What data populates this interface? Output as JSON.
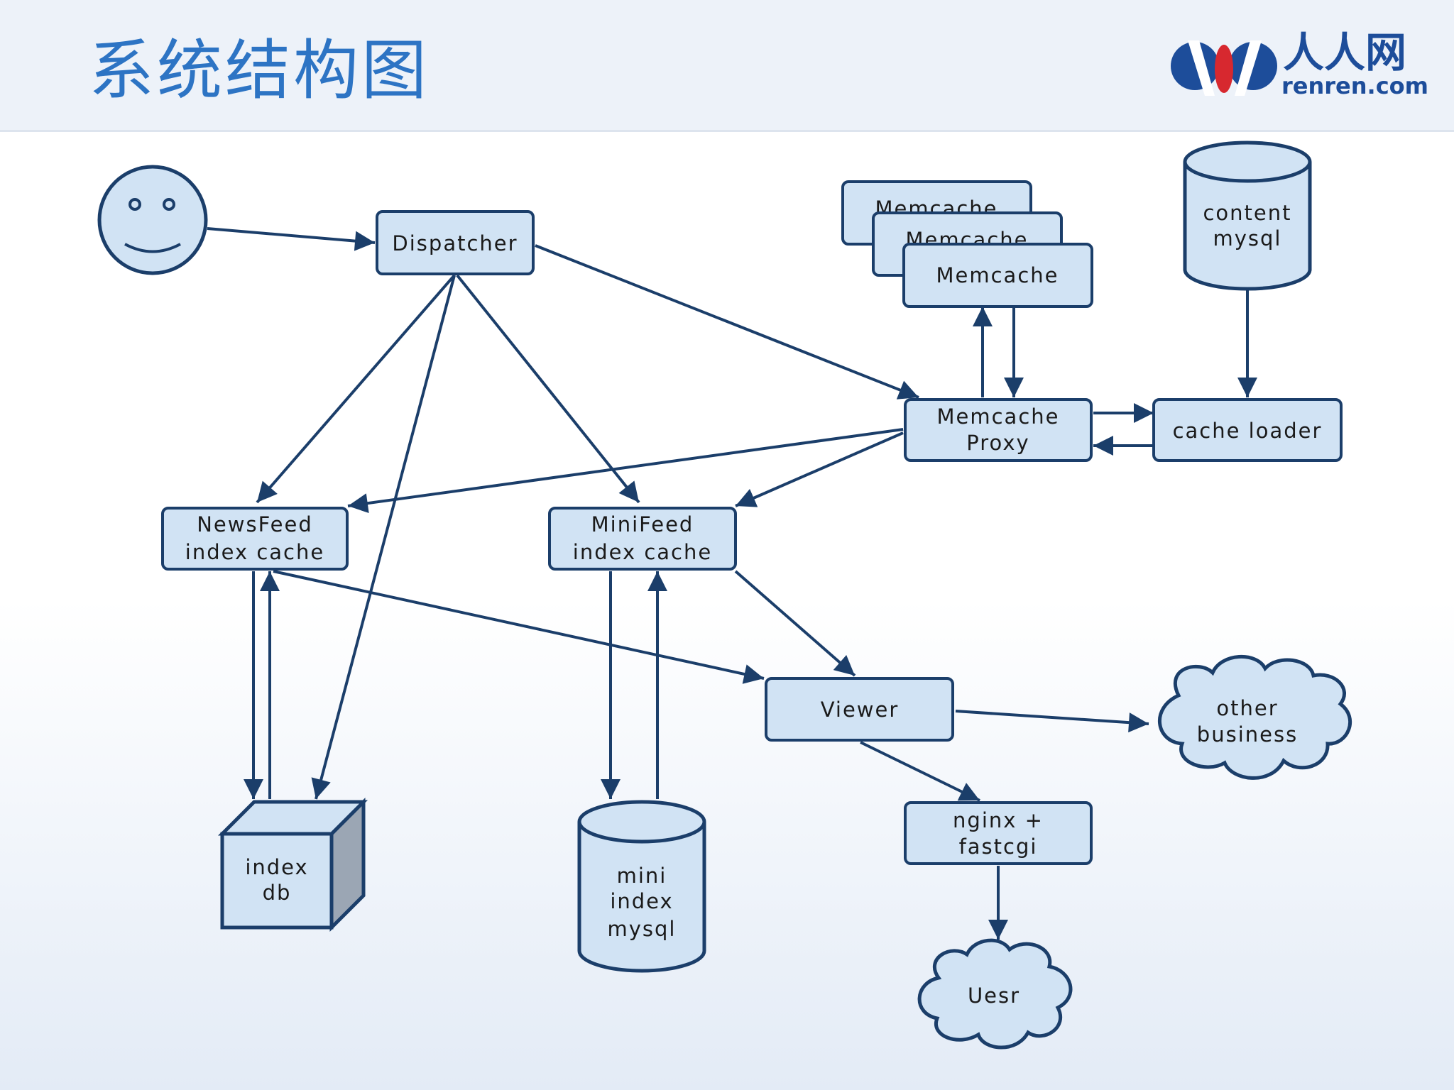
{
  "slide": {
    "title": "系统结构图"
  },
  "logo": {
    "cn": "人人网",
    "en": "renren.com"
  },
  "nodes": {
    "dispatcher": "Dispatcher",
    "memcache_stack": [
      "Memcache",
      "Memcache",
      "Memcache"
    ],
    "content_mysql": [
      "content",
      "mysql"
    ],
    "memcache_proxy": [
      "Memcache",
      "Proxy"
    ],
    "cache_loader": "cache loader",
    "newsfeed_cache": [
      "NewsFeed",
      "index cache"
    ],
    "minifeed_cache": [
      "MiniFeed",
      "index cache"
    ],
    "viewer": "Viewer",
    "other_business": [
      "other",
      "business"
    ],
    "index_db": [
      "index",
      "db"
    ],
    "mini_index_mysql": [
      "mini",
      "index",
      "mysql"
    ],
    "nginx_fastcgi": [
      "nginx +",
      "fastcgi"
    ],
    "user": "Uesr"
  },
  "colors": {
    "fill": "#d1e3f4",
    "stroke": "#1b3e6a",
    "title": "#2d74c4",
    "logo_blue": "#1d4d9a",
    "logo_red": "#d7282f"
  }
}
